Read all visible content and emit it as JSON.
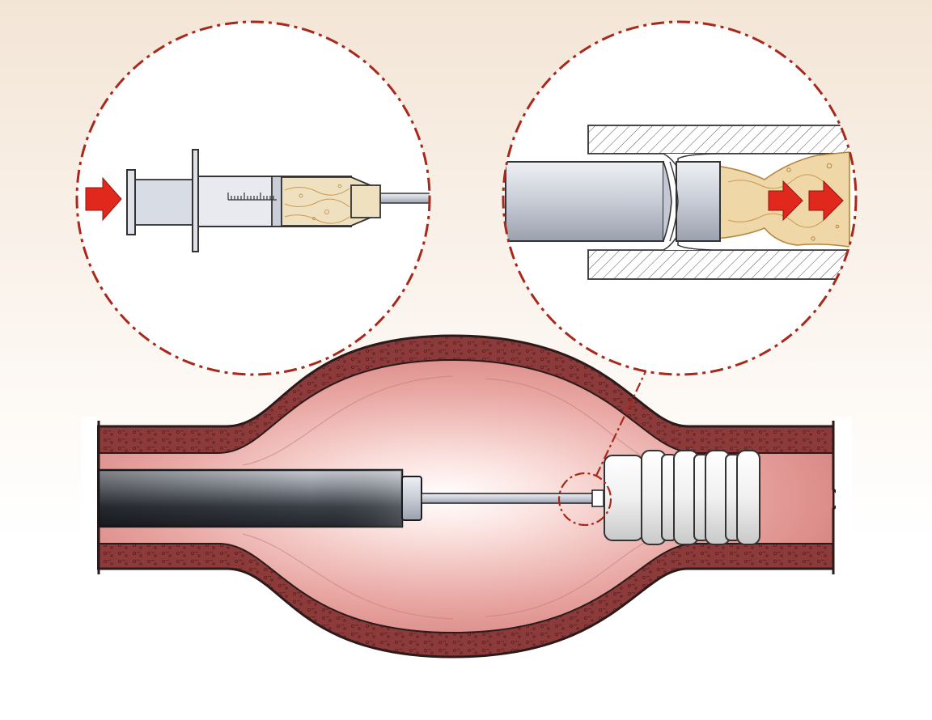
{
  "illustration": {
    "subject": "aneurysm-embolization-procedure",
    "callouts": [
      "syringe-injection-detail",
      "catheter-tip-detail"
    ],
    "syringe_scale_ticks": 15,
    "colors": {
      "background_top": "#f4e7da",
      "background_bottom": "#ffffff",
      "callout_border": "#a8281c",
      "arrow": "#e0281c",
      "vessel_wall": "#8e3a3c",
      "vessel_lumen": "#e9a3a0",
      "embolic_agent": "#e6cf9a",
      "catheter_dark": "#3b3f48",
      "coil": "#ededed"
    }
  }
}
